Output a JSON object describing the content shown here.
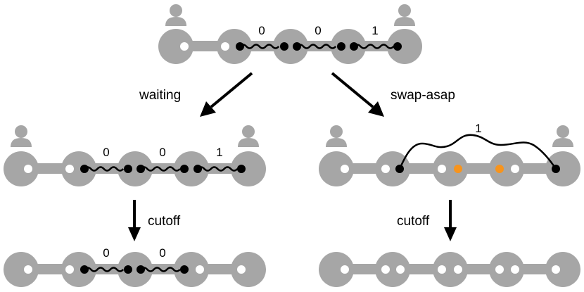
{
  "colors": {
    "node": "#a6a6a6",
    "qubit_free": "#ffffff",
    "qubit_entangled": "#000000",
    "qubit_swapped": "#f7941d",
    "user": "#a6a6a6"
  },
  "icons": {
    "user": "user-icon",
    "arrow": "arrow-down-icon"
  },
  "arrows": {
    "waiting": "waiting",
    "swap_asap": "swap-asap",
    "cutoff_left": "cutoff",
    "cutoff_right": "cutoff"
  },
  "chains": {
    "top": {
      "links": [
        {
          "age": "0"
        },
        {
          "age": "0"
        },
        {
          "age": "1"
        }
      ]
    },
    "waiting": {
      "links": [
        {
          "age": "0"
        },
        {
          "age": "0"
        },
        {
          "age": "1"
        }
      ]
    },
    "swap_asap": {
      "links": [
        {
          "age": "1"
        }
      ],
      "swapped_nodes": 2
    },
    "waiting_cutoff": {
      "links": [
        {
          "age": "0"
        },
        {
          "age": "0"
        }
      ]
    },
    "swap_asap_cutoff": {
      "links": []
    }
  }
}
